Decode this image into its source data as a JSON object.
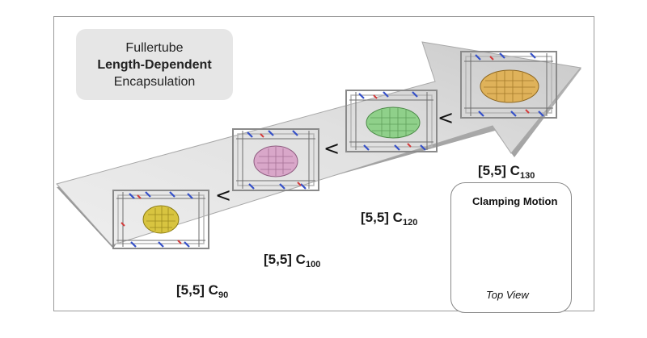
{
  "title": {
    "line1": "Fullertube",
    "line2": "Length-Dependent",
    "line3": "Encapsulation"
  },
  "labels": [
    {
      "prefix": "[5,5] C",
      "sub": "90"
    },
    {
      "prefix": "[5,5] C",
      "sub": "100"
    },
    {
      "prefix": "[5,5] C",
      "sub": "120"
    },
    {
      "prefix": "[5,5] C",
      "sub": "130"
    }
  ],
  "comparator": "<",
  "inset": {
    "title": "Clamping Motion",
    "caption": "Top View"
  },
  "colors": {
    "c90": "#d8c440",
    "c100": "#d9a7c9",
    "c120": "#8fd08a",
    "c130": "#dfb25a"
  }
}
